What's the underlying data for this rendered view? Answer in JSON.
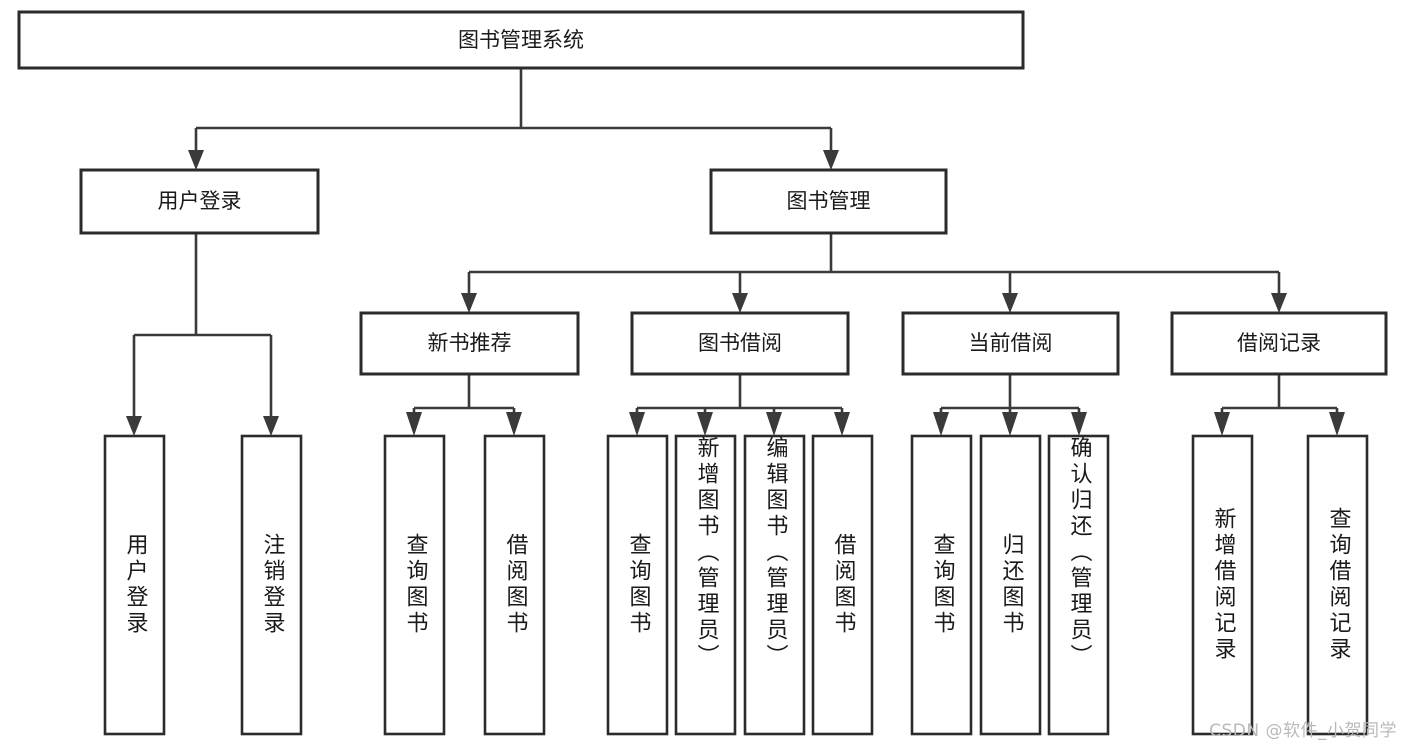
{
  "diagram": {
    "title": "图书管理系统",
    "type": "tree-hierarchy-chart",
    "colors": {
      "box_stroke": "#2b2b2b",
      "connector": "#3a3a3a",
      "background": "#ffffff",
      "text": "#1a1a1a",
      "watermark": "#b9b9b9"
    },
    "root": {
      "label": "图书管理系统"
    },
    "level2": [
      {
        "label": "用户登录"
      },
      {
        "label": "图书管理"
      }
    ],
    "level3": [
      {
        "label": "新书推荐"
      },
      {
        "label": "图书借阅"
      },
      {
        "label": "当前借阅"
      },
      {
        "label": "借阅记录"
      }
    ],
    "leaves": {
      "user_login": [
        {
          "label": "用户登录"
        },
        {
          "label": "注销登录"
        }
      ],
      "new_book_recommend": [
        {
          "label": "查询图书"
        },
        {
          "label": "借阅图书"
        }
      ],
      "book_borrow": [
        {
          "label": "查询图书"
        },
        {
          "label": "新增图书（管理员）"
        },
        {
          "label": "编辑图书（管理员）"
        },
        {
          "label": "借阅图书"
        }
      ],
      "current_borrow": [
        {
          "label": "查询图书"
        },
        {
          "label": "归还图书"
        },
        {
          "label": "确认归还（管理员）"
        }
      ],
      "borrow_record": [
        {
          "label": "新增借阅记录"
        },
        {
          "label": "查询借阅记录"
        }
      ]
    }
  },
  "watermark": {
    "text": "CSDN @软件_小贺同学"
  }
}
